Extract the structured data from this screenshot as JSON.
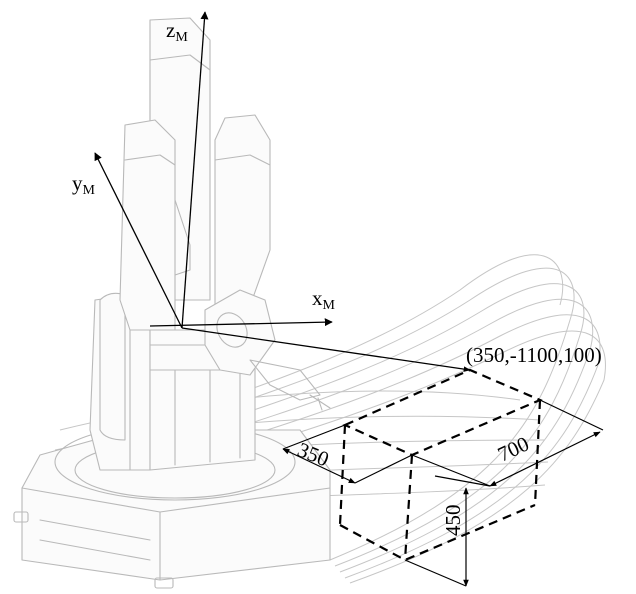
{
  "axes": {
    "z": {
      "main": "z",
      "sub": "M"
    },
    "y": {
      "main": "y",
      "sub": "M"
    },
    "x": {
      "main": "x",
      "sub": "M"
    }
  },
  "point_label": "(350,-1100,100)",
  "dimensions": {
    "width": "350",
    "length": "700",
    "height": "450"
  }
}
